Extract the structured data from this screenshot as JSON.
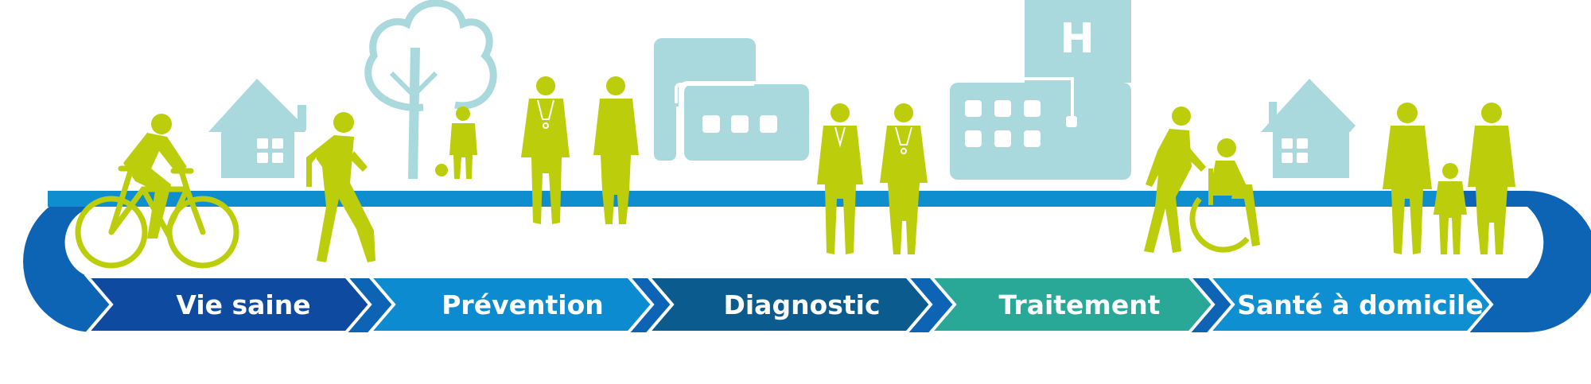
{
  "colors": {
    "pale_blue": "#a9d9dc",
    "lime": "#bccd0b",
    "dark_blue": "#0a4a9a",
    "mid_blue": "#0e8ecf",
    "bright_blue": "#0b8fd1",
    "navy_teal": "#0b5b8f",
    "teal": "#2aa898",
    "background": "#ffffff"
  },
  "stages": [
    {
      "label": "Vie saine",
      "color": "#0d4aa0"
    },
    {
      "label": "Prévention",
      "color": "#0c8bd0"
    },
    {
      "label": "Diagnostic",
      "color": "#0b5b8f"
    },
    {
      "label": "Traitement",
      "color": "#2aa897"
    },
    {
      "label": "Santé à domicile",
      "color": "#0d8fd2"
    }
  ],
  "hospital_sign": "H",
  "icons": [
    "cyclist-icon",
    "house-icon",
    "walking-person-icon",
    "tree-icon",
    "child-icon",
    "doctor-icon",
    "nurse-icon",
    "clinic-building-icon",
    "male-doctor-icon",
    "female-doctor-icon",
    "hospital-icon",
    "caregiver-icon",
    "wheelchair-patient-icon",
    "family-icon"
  ]
}
